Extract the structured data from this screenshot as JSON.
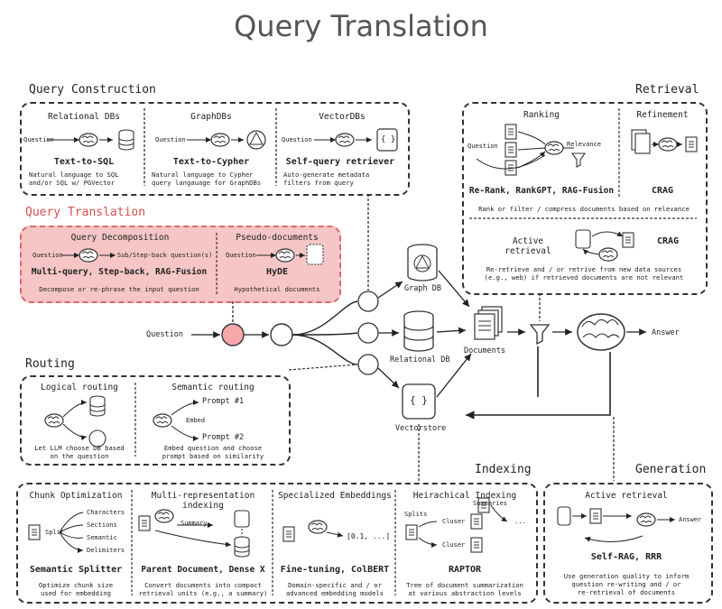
{
  "title": "Query Translation",
  "sections": {
    "query_construction": "Query Construction",
    "query_translation": "Query Translation",
    "routing": "Routing",
    "retrieval": "Retrieval",
    "indexing": "Indexing",
    "generation": "Generation"
  },
  "construction": {
    "relational": {
      "head": "Relational DBs",
      "q": "Question",
      "main": "Text-to-SQL",
      "desc1": "Natural language to SQL",
      "desc2": "and/or SQL w/ PGVector"
    },
    "graph": {
      "head": "GraphDBs",
      "q": "Question",
      "main": "Text-to-Cypher",
      "desc1": "Natural language to Cypher",
      "desc2": "query langauage for GraphDBs"
    },
    "vector": {
      "head": "VectorDBs",
      "q": "Question",
      "main": "Self-query retriever",
      "desc1": "Auto-generate metadata",
      "desc2": "filters from query"
    }
  },
  "translation": {
    "decomp": {
      "head": "Query Decomposition",
      "q": "Question",
      "arrow": "Sub/Step-back question(s)",
      "main": "Multi-query, Step-back, RAG-Fusion",
      "desc": "Decompose or re-phrase the input question"
    },
    "pseudo": {
      "head": "Pseudo-documents",
      "q": "Question",
      "main": "HyDE",
      "desc": "Hypothetical documents"
    }
  },
  "routing": {
    "logical": {
      "head": "Logical routing",
      "desc1": "Let LLM choose DB based",
      "desc2": "on the question"
    },
    "semantic": {
      "head": "Semantic routing",
      "p1": "Prompt #1",
      "p2": "Prompt #2",
      "embed": "Embed",
      "desc1": "Embed question and choose",
      "desc2": "prompt based on similarity"
    }
  },
  "retrieval": {
    "ranking": {
      "head": "Ranking",
      "q": "Question",
      "rel": "Relevance",
      "main": "Re-Rank, RankGPT, RAG-Fusion"
    },
    "refinement": {
      "head": "Refinement",
      "main": "CRAG"
    },
    "rank_desc": "Rank or filter / compress documents based on relevance",
    "active": {
      "head": "Active retrieval",
      "main": "CRAG",
      "desc1": "Re-retrieve and / or retrive from new data sources",
      "desc2": "(e.g., web) if retrieved documents are not relevant"
    }
  },
  "flow": {
    "question": "Question",
    "graph_db": "Graph DB",
    "relational_db": "Relational DB",
    "vectorstore": "Vectorstore",
    "documents": "Documents",
    "answer": "Answer"
  },
  "indexing": {
    "chunk": {
      "head": "Chunk Optimization",
      "split": "Split",
      "items": [
        "Characters",
        "Sections",
        "Semantic",
        "Delimiters"
      ],
      "main": "Semantic Splitter",
      "desc1": "Optimize chunk size",
      "desc2": "used for embedding"
    },
    "multi": {
      "head": "Multi-representation indexing",
      "summary": "Summary",
      "main": "Parent Document, Dense X",
      "desc1": "Convert documents into compact",
      "desc2": "retrieval units (e.g., a summary)"
    },
    "special": {
      "head": "Specialized Embeddings",
      "vec": "[0.1, ...]",
      "main": "Fine-tuning, ColBERT",
      "desc1": "Domain-specific and / or",
      "desc2": "advanced embedding models"
    },
    "hier": {
      "head": "Heirachical Indexing",
      "splits": "Splits",
      "summaries": "Summaries",
      "cluster": "Cluser",
      "dots": "...",
      "main": "RAPTOR",
      "desc1": "Tree of document summarization",
      "desc2": "at various abstraction levels"
    }
  },
  "generation": {
    "head": "Active retrieval",
    "answer": "Answer",
    "main": "Self-RAG, RRR",
    "desc1": "Use generation quality to inform",
    "desc2": "question re-writing and / or",
    "desc3": "re-retrieval of documents"
  }
}
